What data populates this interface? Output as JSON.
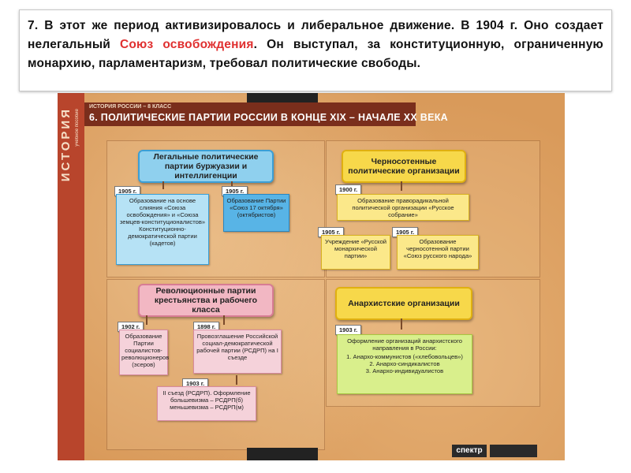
{
  "slide": {
    "text_before": "7. В этот же период активизировалось и либеральное движение. В 1904 г. Оно создает нелегальный ",
    "text_highlight": "Союз освобождения",
    "text_after": ". Он выступал, за конституционную, ограниченную монархию, парламентаризм, требовал политические свободы.",
    "highlight_color": "#e03030"
  },
  "poster": {
    "side_title": "ИСТОРИЯ",
    "side_sub": "учебное пособие",
    "top_small": "ИСТОРИЯ РОССИИ – 8 КЛАСС",
    "title": "6. ПОЛИТИЧЕСКИЕ ПАРТИИ РОССИИ В КОНЦЕ XIX – НАЧАЛЕ XX ВЕКА",
    "logo": "спектр"
  },
  "legal": {
    "header": "Легальные политические партии буржуазии и интеллигенции",
    "year1": "1905 г.",
    "card1": "Образование на основе слияния «Союза освобождения» и «Союза земцев-конституционалистов» Конституционно-демократической партии (кадетов)",
    "year2": "1905 г.",
    "card2": "Образование Партии «Союз 17 октября» (октябристов)"
  },
  "blackhundred": {
    "header": "Черносотенные политические организации",
    "year1": "1900 г.",
    "card1": "Образование праворадикальной политической организации «Русское собрание»",
    "year2": "1905 г.",
    "card2": "Учреждение «Русской монархической партии»",
    "year3": "1905 г.",
    "card3": "Образование черносотенной партии «Союз русского народа»"
  },
  "revolutionary": {
    "header": "Революционные партии крестьянства и рабочего класса",
    "year1": "1902 г.",
    "card1": "Образование Партии социалистов-революционеров (эсеров)",
    "year2": "1898 г.",
    "card2": "Провозглашение Российской социал-демократической рабочей партии (РСДРП) на I съезде",
    "year3": "1903 г.",
    "card3": "II съезд (РСДРП). Оформление большевизма – РСДРП(б) меньшевизма – РСДРП(м)"
  },
  "anarchist": {
    "header": "Анархистские организации",
    "year1": "1903 г.",
    "card1_title": "Оформление организаций анархистского направления в России:",
    "card1_items": "1. Анархо-коммунистов («хлебовольцев»)\n2. Анархо-синдикалистов\n3. Анархо-индивидуалистов"
  }
}
